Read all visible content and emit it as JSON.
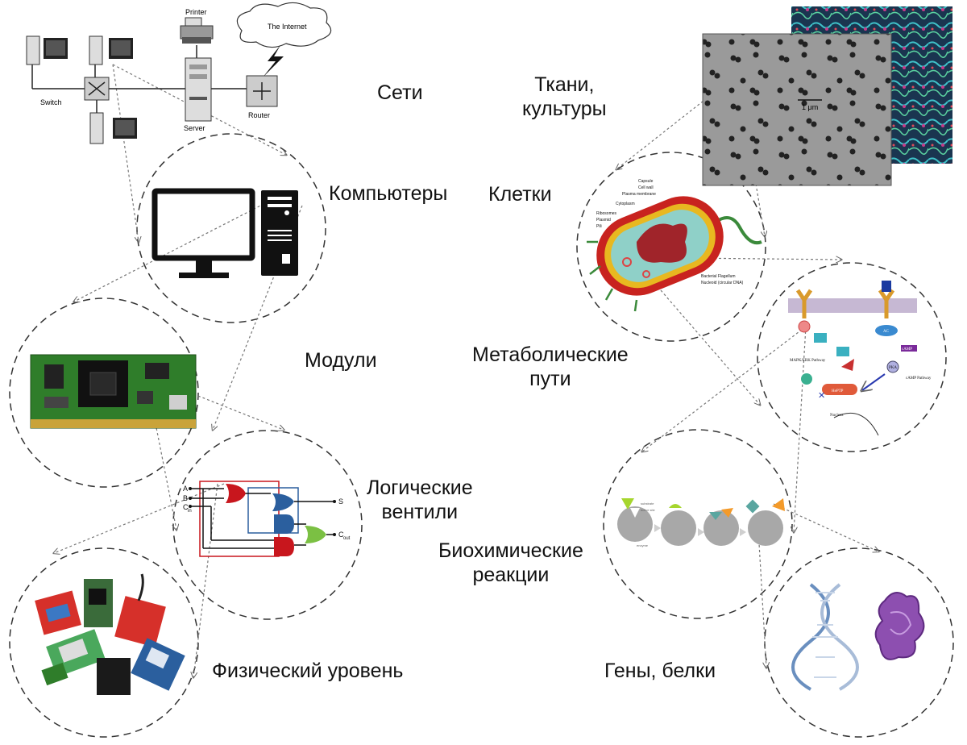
{
  "colors": {
    "ring": "#333333",
    "pcb": "#2f7d2a",
    "or_gate": "#c8161d",
    "and_gate": "#2b5f9e",
    "xor_gate": "#7bc043",
    "cell_wall": "#c8231f",
    "cytoplasm": "#8fd0c8",
    "dna": "#6a8fbf",
    "protein": "#8d4fb0"
  },
  "network": {
    "printer": "Printer",
    "internet": "The Internet",
    "switch": "Switch",
    "server": "Server",
    "router": "Router"
  },
  "levels_left": {
    "networks": "Сети",
    "computers": "Компьютеры",
    "modules": "Модули",
    "logic_gates": "Логические\nвентили",
    "physical": "Физический уровень"
  },
  "levels_right": {
    "tissues": "Ткани,\nкультуры",
    "cells": "Клетки",
    "metabolic": "Метаболические\nпути",
    "biochemical": "Биохимические\nреакции",
    "genes": "Гены, белки"
  },
  "micrograph": {
    "scale": "1 μm"
  },
  "cell_labels": [
    "Capsule",
    "Cell wall",
    "Plasma membrane",
    "Cytoplasm",
    "Ribosomes",
    "Plasmid",
    "Pili",
    "Bacterial Flagellum",
    "Nucleoid (circular DNA)"
  ],
  "pathway_labels": {
    "mapk": "MAPK/ERK Pathway",
    "camp_path": "cAMP Pathway",
    "ac": "AC",
    "camp": "cAMP",
    "pka": "PKA",
    "heptp": "HePTP",
    "nucleus": "Nucleus"
  },
  "reaction_labels": {
    "substrate": "substrate",
    "active_site": "active site",
    "enzyme": "enzyme"
  },
  "gate_labels": {
    "a": "A",
    "b": "B",
    "cin": "C",
    "cin_sub": "in",
    "s": "S",
    "cout": "C",
    "cout_sub": "out"
  }
}
